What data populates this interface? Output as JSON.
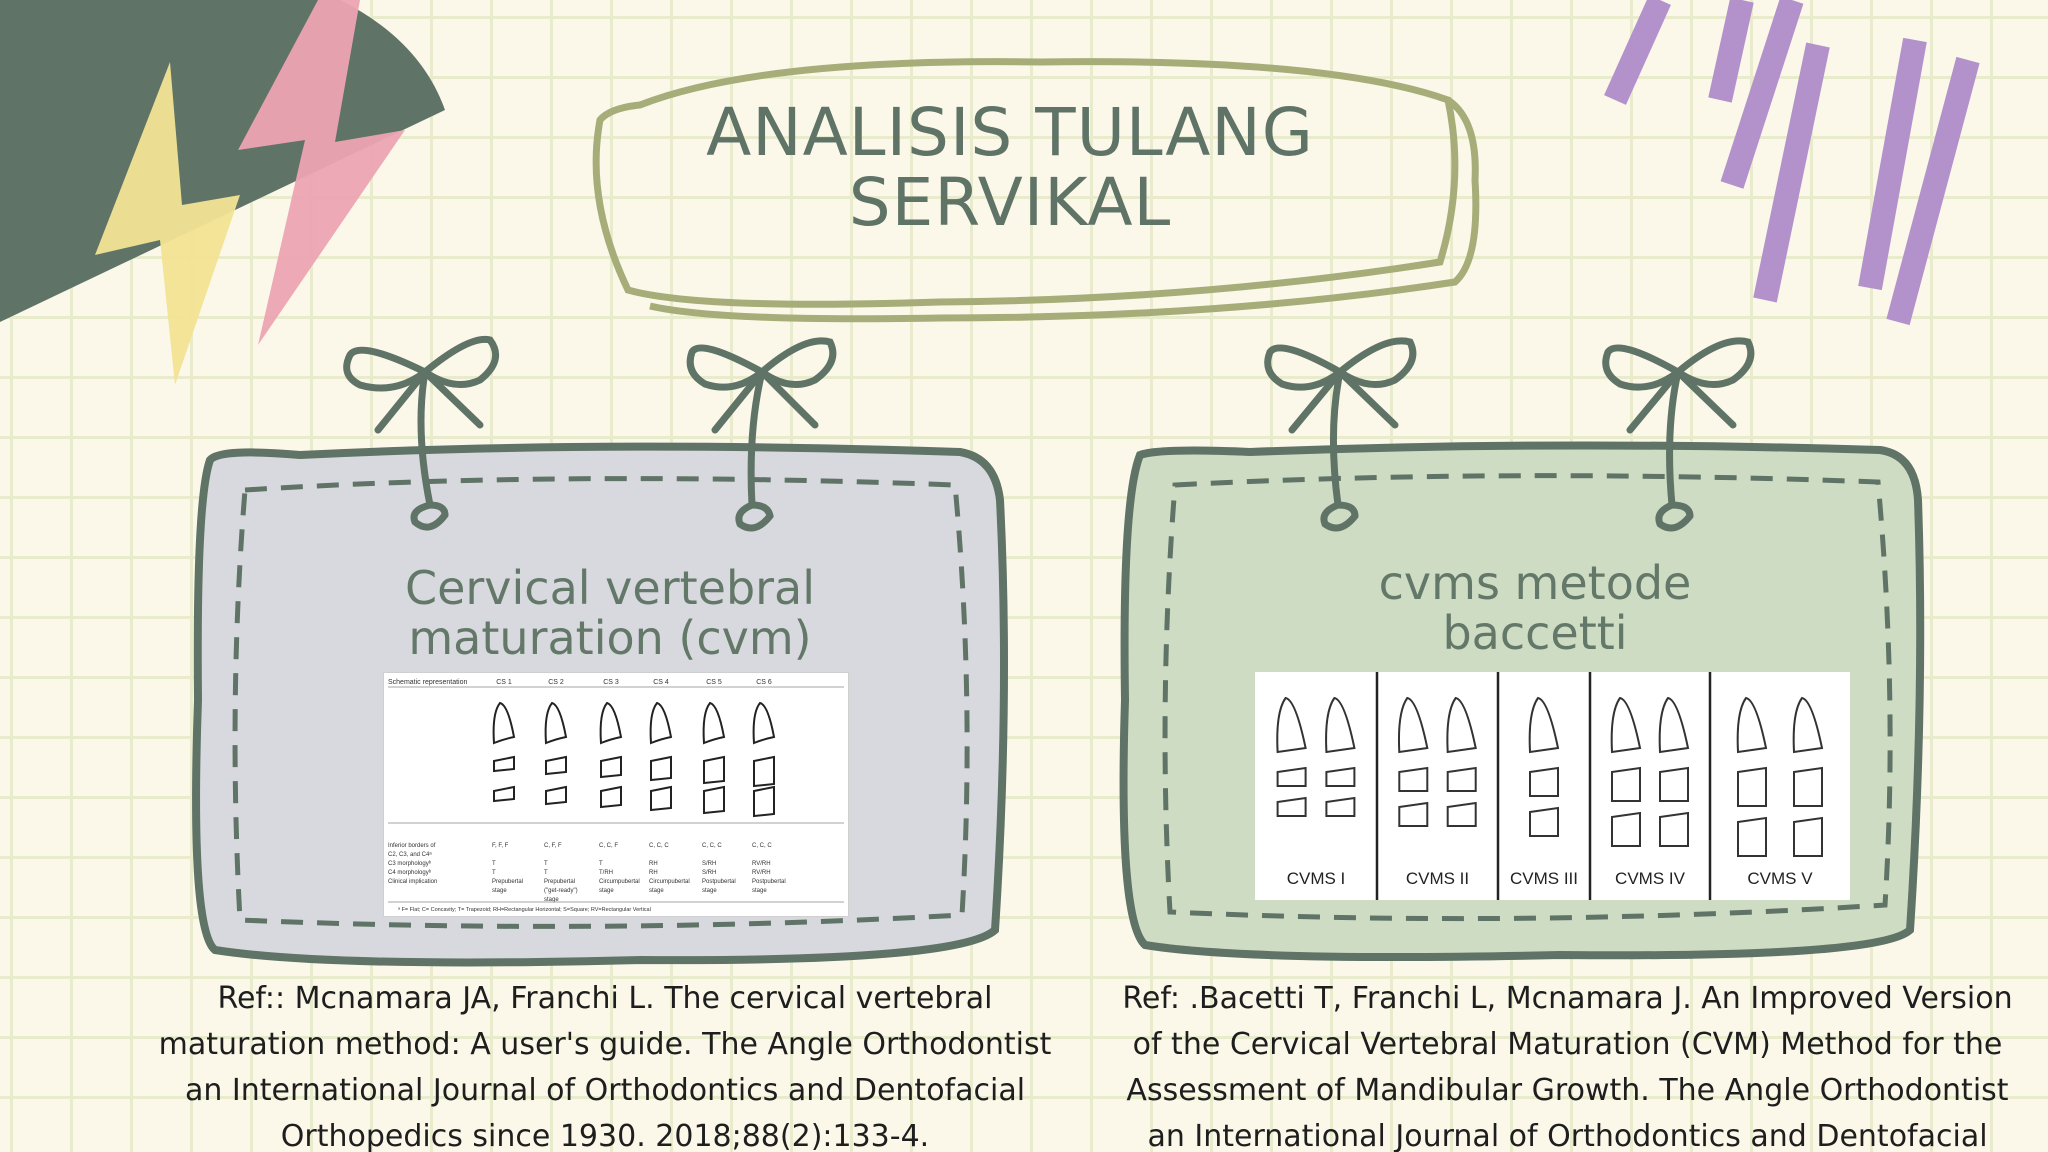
{
  "slide": {
    "title_line1": "ANALISIS TULANG",
    "title_line2": "SERVIKAL"
  },
  "left_card": {
    "heading_line1": "Cervical vertebral",
    "heading_line2": "maturation (cvm)",
    "figure": {
      "header_label": "Schematic representation",
      "stages": [
        "CS 1",
        "CS 2",
        "CS 3",
        "CS 4",
        "CS 5",
        "CS 6"
      ],
      "row_labels": [
        "Inferior borders of",
        "C2, C3, and C4ᵃ",
        "C3 morphologyᵇ",
        "C4 morphologyᵇ",
        "Clinical implication"
      ],
      "borders": [
        "F, F, F",
        "C, F, F",
        "C, C, F",
        "C, C, C",
        "C, C, C",
        "C, C, C"
      ],
      "c3": [
        "T",
        "T",
        "T",
        "RH",
        "S/RH",
        "RV/RH"
      ],
      "c4": [
        "T",
        "T",
        "T/RH",
        "RH",
        "S/RH",
        "RV/RH"
      ],
      "clinical": [
        "Prepubertal",
        "Prepubertal",
        "Circumpubertal",
        "Circumpubertal",
        "Postpubertal",
        "Postpubertal"
      ],
      "clinical2": [
        "stage",
        "(\"get-ready\")",
        "stage",
        "stage",
        "stage",
        "stage"
      ],
      "clinical3": [
        "",
        "stage",
        "",
        "",
        "",
        ""
      ],
      "footnote": "ᵃ F= Flat; C= Concavity; T= Trapezoid; RH=Rectangular Horizontal; S=Square; RV=Rectangular Vertical"
    },
    "reference": [
      "Ref:: Mcnamara JA, Franchi L. The cervical vertebral",
      "maturation method: A user's guide. The Angle Orthodontist",
      "an International Journal of Orthodontics and Dentofacial",
      "Orthopedics since 1930. 2018;88(2):133-4."
    ]
  },
  "right_card": {
    "heading_line1": "cvms metode",
    "heading_line2": "baccetti",
    "figure": {
      "labels": [
        "CVMS I",
        "CVMS II",
        "CVMS III",
        "CVMS IV",
        "CVMS V"
      ]
    },
    "reference": [
      "Ref: .Bacetti T, Franchi L, Mcnamara J. An Improved Version",
      "of the Cervical Vertebral Maturation (CVM) Method for the",
      "Assessment of Mandibular Growth. The Angle Orthodontist",
      "an International Journal of Orthodontics and Dentofacial"
    ]
  },
  "colors": {
    "background": "#fbf8ea",
    "grid": "#e9ebcd",
    "dark_green": "#5f7366",
    "olive_frame": "#a7ad79",
    "left_card_fill": "#d8d9de",
    "right_card_fill": "#cfdcc4",
    "lightning_yellow": "#f2e393",
    "lightning_pink": "#eca4b2",
    "purple_lines": "#b392cc"
  }
}
